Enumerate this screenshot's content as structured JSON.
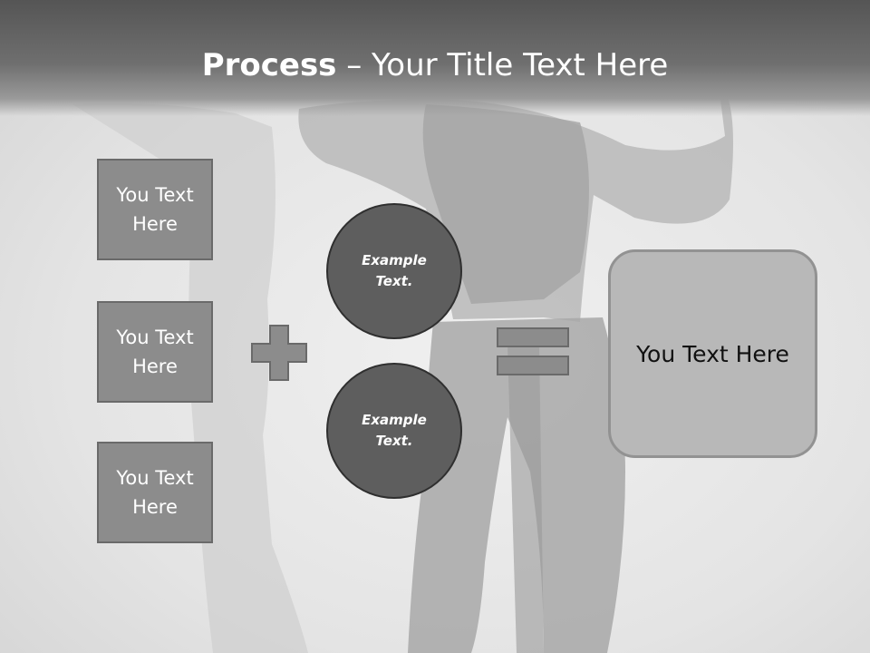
{
  "title": {
    "bold": "Process",
    "rest": " – Your Title Text Here"
  },
  "boxes": [
    {
      "label": "You Text Here"
    },
    {
      "label": "You Text Here"
    },
    {
      "label": "You Text Here"
    }
  ],
  "circles": [
    {
      "label": "Example Text."
    },
    {
      "label": "Example Text."
    }
  ],
  "result": {
    "label": "You Text Here"
  },
  "icons": {
    "plus": "plus-icon",
    "equals": "equals-icon"
  },
  "colors": {
    "title_bar": "#5a5a5a",
    "box_fill": "#8c8c8c",
    "circle_fill": "#5e5e5e",
    "result_fill": "#b8b8b8"
  }
}
